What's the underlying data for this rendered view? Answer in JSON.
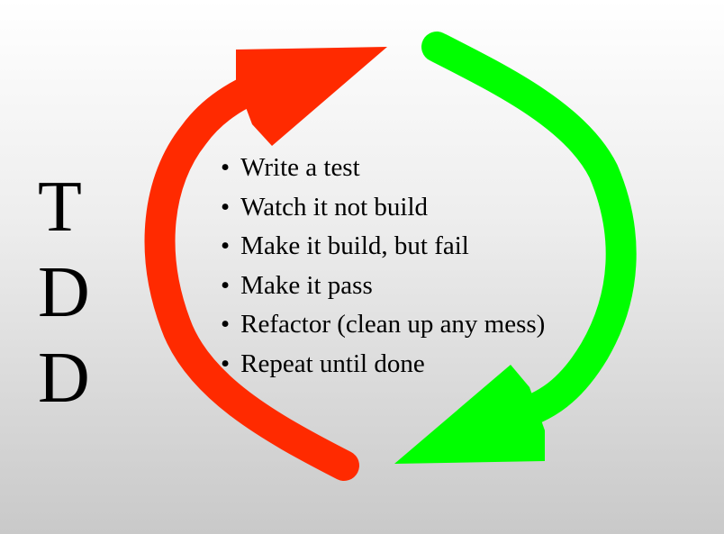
{
  "title_letters": [
    "T",
    "D",
    "D"
  ],
  "steps": [
    "Write a test",
    "Watch it not build",
    "Make it build, but fail",
    "Make it pass",
    "Refactor (clean up any mess)",
    "Repeat until done"
  ],
  "colors": {
    "red": "#ff2a00",
    "green": "#00ff00"
  }
}
